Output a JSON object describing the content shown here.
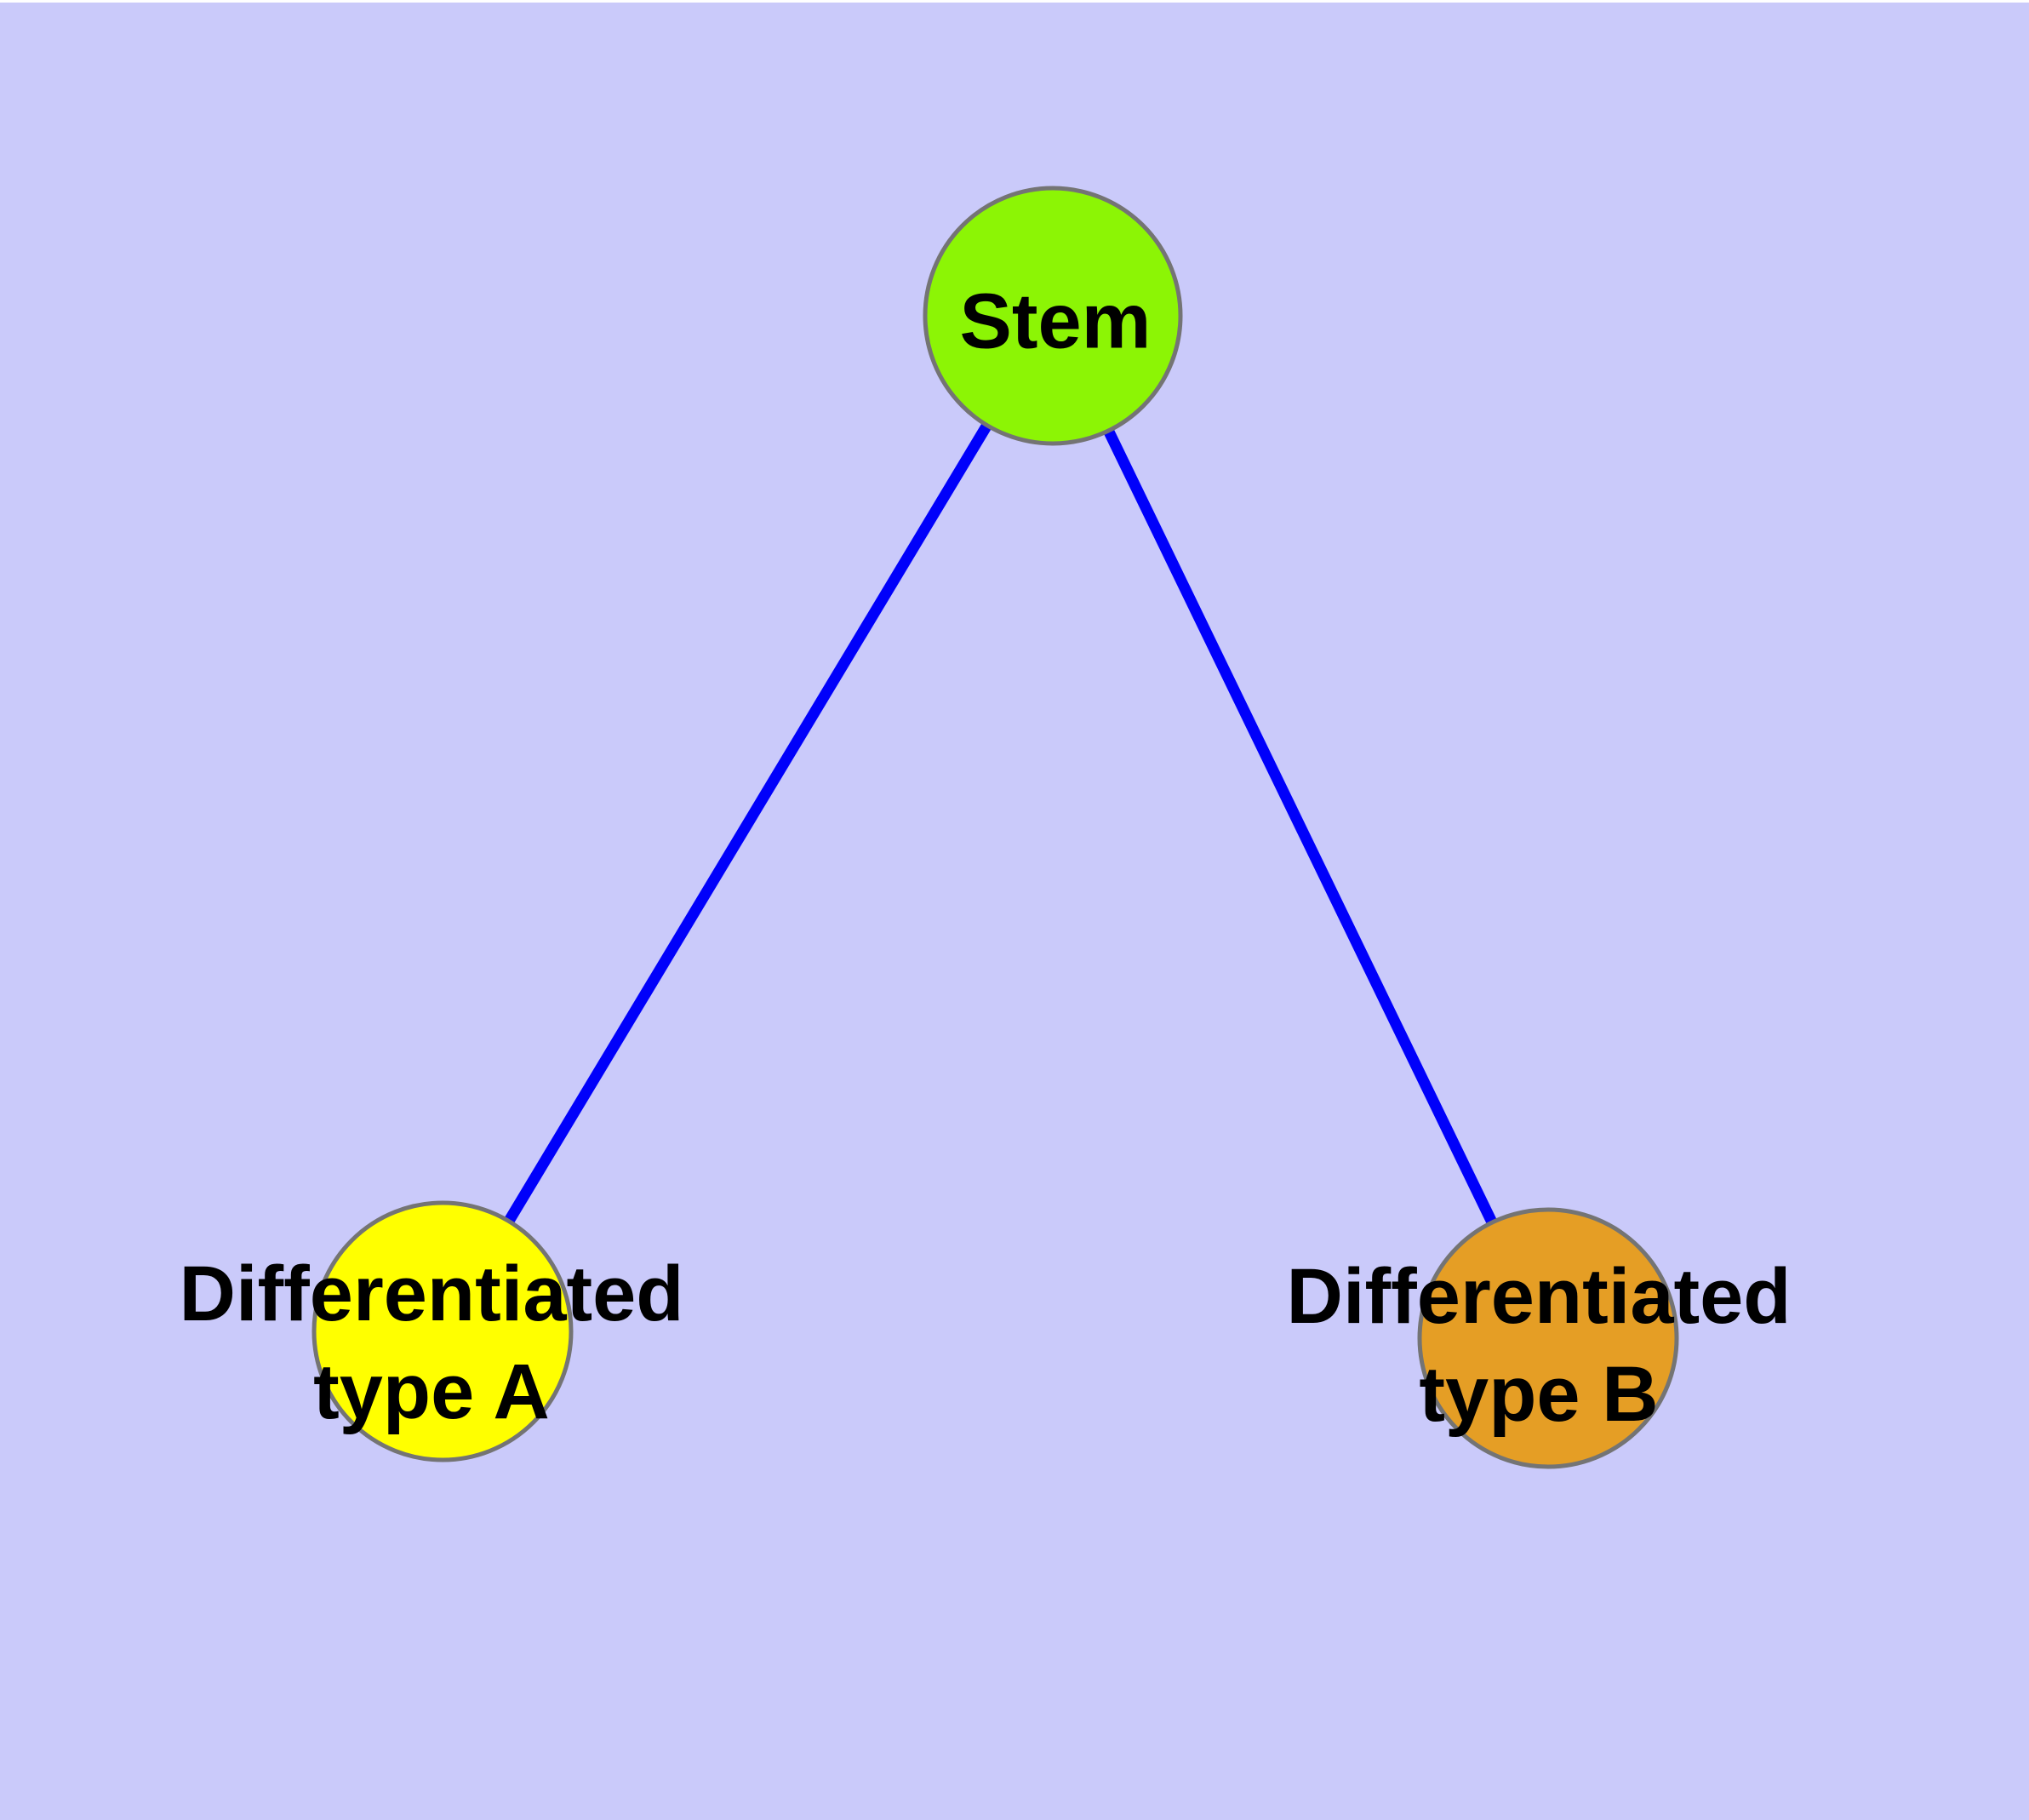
{
  "canvas": {
    "background_color": "#CACAFA",
    "top_strip_color": "#FFFFFF"
  },
  "diagram": {
    "type": "graph",
    "description": "Stem cell differentiation diagram: one stem node connected to two differentiated cell-type nodes",
    "edge_color": "#0000FA",
    "node_border_color": "#747474",
    "label_color": "#000000",
    "nodes": [
      {
        "id": "stem",
        "label": "Stem",
        "fill": "#8CF505"
      },
      {
        "id": "diff-a",
        "label": "Differentiated\ntype A",
        "fill": "#FFFF00"
      },
      {
        "id": "diff-b",
        "label": "Differentiated\ntype B",
        "fill": "#E59E25"
      }
    ],
    "edges": [
      {
        "from": "stem",
        "to": "diff-a"
      },
      {
        "from": "stem",
        "to": "diff-b"
      }
    ]
  }
}
